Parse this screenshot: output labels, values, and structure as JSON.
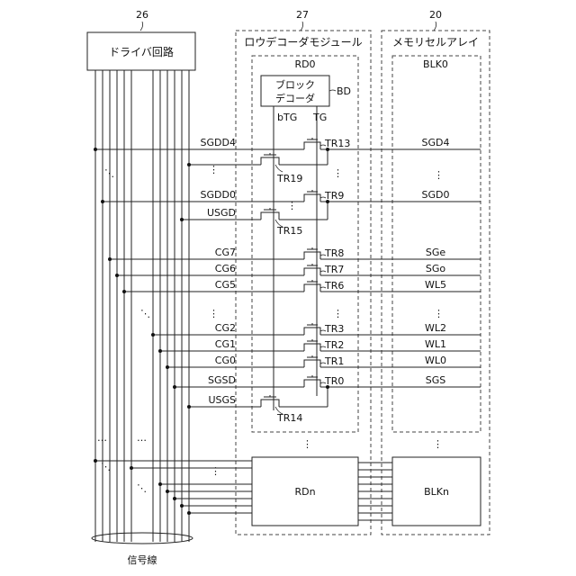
{
  "refs": {
    "driver": "26",
    "decoder": "27",
    "array": "20"
  },
  "driver_title": "ドライバ回路",
  "decoder_title": "ロウデコーダモジュール",
  "array_title": "メモリセルアレイ",
  "rd0": "RD0",
  "blk0": "BLK0",
  "block_decoder": {
    "line1": "ブロック",
    "line2": "デコーダ",
    "ref": "BD"
  },
  "tg_labels": {
    "btg": "bTG",
    "tg": "TG"
  },
  "rdn": "RDn",
  "blkn": "BLKn",
  "signal_lines": "信号線",
  "ellipsis_v": "⋮",
  "ellipsis_h": "…",
  "ellipsis_diag": "⋱",
  "rows": [
    {
      "id": "sgdd4",
      "left": "SGDD4",
      "tr": "TR13",
      "right": "SGD4"
    },
    {
      "id": "sgdd0",
      "left": "SGDD0",
      "tr": "TR9",
      "right": "SGD0"
    },
    {
      "id": "usgd",
      "left": "USGD",
      "tr": "TR15",
      "right": ""
    },
    {
      "id": "cg7",
      "left": "CG7",
      "tr": "TR8",
      "right": "SGe"
    },
    {
      "id": "cg6",
      "left": "CG6",
      "tr": "TR7",
      "right": "SGo"
    },
    {
      "id": "cg5",
      "left": "CG5",
      "tr": "TR6",
      "right": "WL5"
    },
    {
      "id": "cg2",
      "left": "CG2",
      "tr": "TR3",
      "right": "WL2"
    },
    {
      "id": "cg1",
      "left": "CG1",
      "tr": "TR2",
      "right": "WL1"
    },
    {
      "id": "cg0",
      "left": "CG0",
      "tr": "TR1",
      "right": "WL0"
    },
    {
      "id": "sgsd",
      "left": "SGSD",
      "tr": "TR0",
      "right": "SGS"
    },
    {
      "id": "usgs",
      "left": "USGS",
      "tr": "TR14",
      "right": ""
    }
  ],
  "tr19": "TR19"
}
